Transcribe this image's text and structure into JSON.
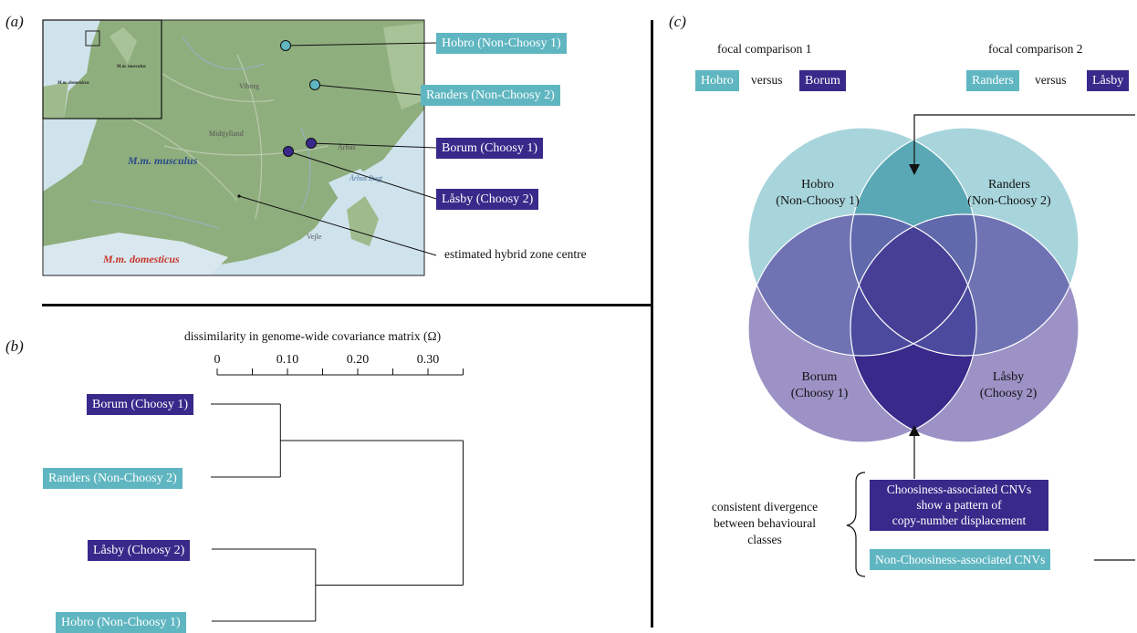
{
  "panels": {
    "a": "(a)",
    "b": "(b)",
    "c": "(c)"
  },
  "map": {
    "label_musculus": "M.m. musculus",
    "label_domesticus": "M.m. domesticus",
    "inset_musculus": "M.m. musculus",
    "inset_domesticus": "M.m. domesticus",
    "place_viborg": "Viborg",
    "place_midtjylland": "Midtjylland",
    "place_arhus": "Århus",
    "place_arhus_bugt": "Århus Bugt",
    "place_vejle": "Vejle",
    "sites": [
      {
        "label": "Hobro (Non-Choosy 1)",
        "class": "teal"
      },
      {
        "label": "Randers (Non-Choosy 2)",
        "class": "teal"
      },
      {
        "label": "Borum (Choosy 1)",
        "class": "navy"
      },
      {
        "label": "Låsby (Choosy 2)",
        "class": "navy"
      }
    ],
    "hybrid_zone_label": "estimated hybrid zone centre"
  },
  "dendrogram": {
    "axis_title": "dissimilarity in genome-wide covariance matrix (Ω)",
    "ticks": [
      "0",
      "0.10",
      "0.20",
      "0.30"
    ],
    "leaves": [
      {
        "label": "Borum (Choosy 1)",
        "class": "navy"
      },
      {
        "label": "Randers (Non-Choosy 2)",
        "class": "teal"
      },
      {
        "label": "Låsby (Choosy 2)",
        "class": "navy"
      },
      {
        "label": "Hobro (Non-Choosy 1)",
        "class": "teal"
      }
    ],
    "merges": [
      0.09,
      0.14,
      0.35
    ]
  },
  "venn": {
    "focal1_title": "focal comparison 1",
    "focal1_a": "Hobro",
    "focal1_vs": "versus",
    "focal1_b": "Borum",
    "focal2_title": "focal comparison 2",
    "focal2_a": "Randers",
    "focal2_vs": "versus",
    "focal2_b": "Låsby",
    "circle_hobro": [
      "Hobro",
      "(Non-Choosy 1)"
    ],
    "circle_randers": [
      "Randers",
      "(Non-Choosy 2)"
    ],
    "circle_borum": [
      "Borum",
      "(Choosy 1)"
    ],
    "circle_lasby": [
      "Låsby",
      "(Choosy 2)"
    ],
    "consistent_label": [
      "consistent divergence",
      "between behavioural",
      "classes"
    ],
    "choosiness_box": [
      "Choosiness-associated CNVs",
      "show a pattern of",
      "copy-number displacement"
    ],
    "non_choosiness_box": "Non-Choosiness-associated CNVs"
  },
  "colors": {
    "teal": "#5fb6c1",
    "navy": "#38298a",
    "light_teal": "#a8d5dc",
    "lavender": "#9c92c6"
  }
}
